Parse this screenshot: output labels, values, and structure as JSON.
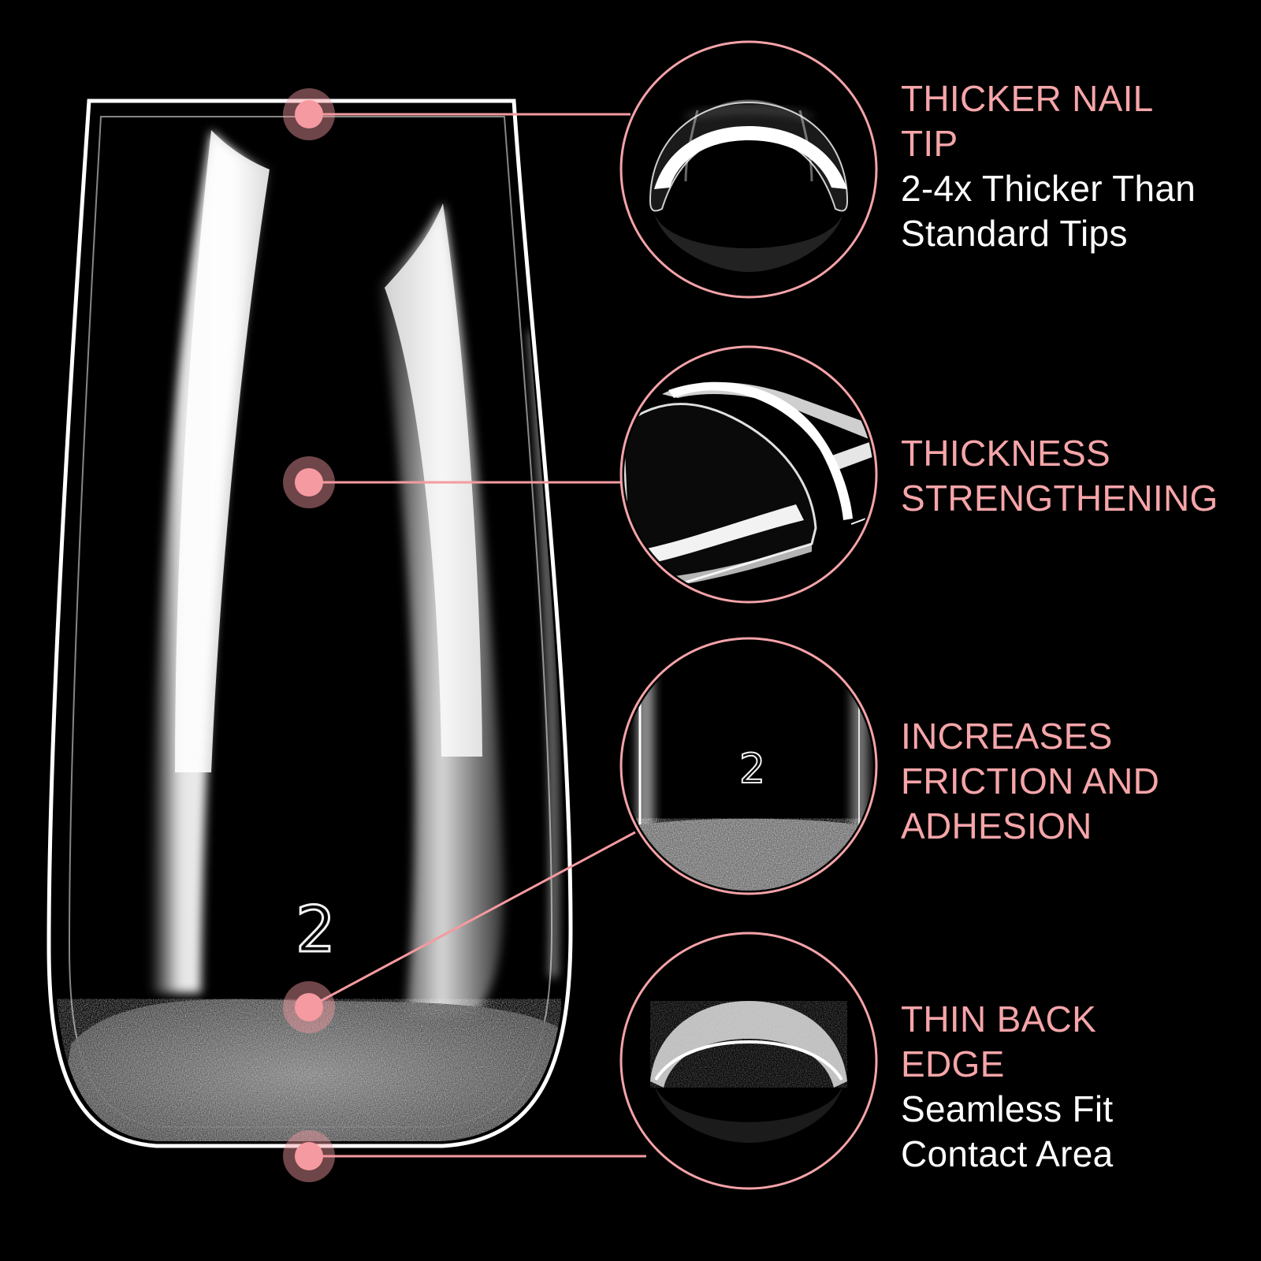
{
  "features": [
    {
      "title": "THICKER NAIL\nTIP",
      "description": "2-4x Thicker Than\nStandard Tips"
    },
    {
      "title": "THICKNESS\nSTRENGTHENING",
      "description": ""
    },
    {
      "title": "INCREASES\nFRICTION AND\nADHESION",
      "description": ""
    },
    {
      "title": "THIN BACK\nEDGE",
      "description": "Seamless Fit\nContact Area"
    }
  ],
  "nail": {
    "size_number": "2"
  },
  "colors": {
    "background": "#000000",
    "accent_pink": "#f6a5a9",
    "marker_pink": "#f59aa0",
    "outline_white": "#ffffff",
    "text_white": "#ffffff"
  }
}
